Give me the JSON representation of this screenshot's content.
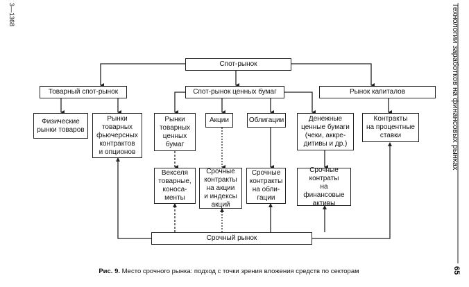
{
  "margin_left_code": "3—1368",
  "running_header": "Технологии заработков на финансовых рынках",
  "page_number": "65",
  "diagram": {
    "spot_market": "Спот-рынок",
    "commodity_spot": "Товарный спот-рынок",
    "securities_spot": "Спот-рынок ценных бумаг",
    "capital_market": "Рынок капиталов",
    "physical_goods": "Физические\nрынки товаров",
    "commodity_futures": "Рынки\nтоварных\nфьючерсных\nконтрактов\nи опционов",
    "commodity_securities": "Рынки\nтоварных\nценных\nбумаг",
    "stocks": "Акции",
    "bonds": "Облигации",
    "money_securities": "Денежные\nценные бумаги\n(чеки, аккре-\nдитивы и др.)",
    "interest_contracts": "Контракты\nна процентные\nставки",
    "bills": "Векселя\nтоварные,\nконоса-\nменты",
    "stock_futures": "Срочные\nконтракты\nна акции\nи индексы\nакций",
    "bond_futures": "Срочные\nконтракты\nна обли-\nгации",
    "financial_futures": "Срочные\nконтраты\nна финансовые\nактивы",
    "derivatives_market": "Срочный рынок"
  },
  "caption": {
    "label": "Рис. 9.",
    "text": " Место срочного рынка: подход с точки зрения вложения средств по секторам"
  }
}
